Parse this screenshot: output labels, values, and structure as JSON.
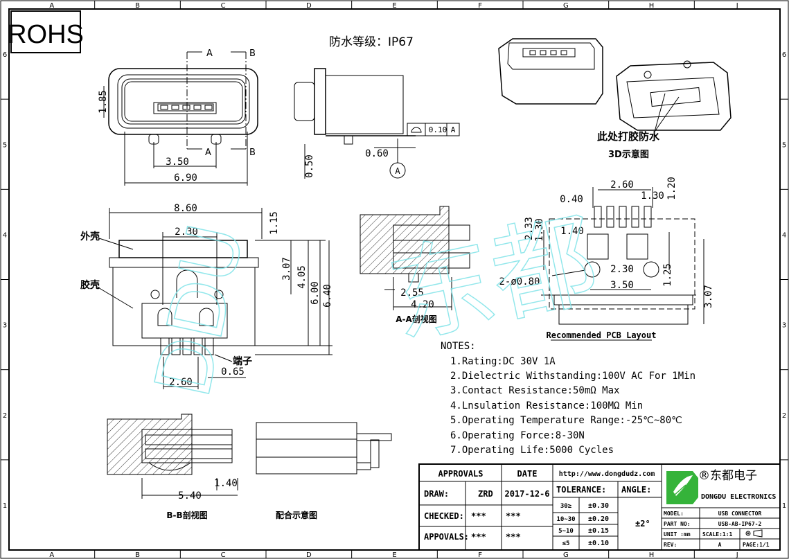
{
  "border": {
    "columns": [
      "A",
      "B",
      "C",
      "D",
      "E",
      "F",
      "G",
      "H",
      "J"
    ],
    "rows": [
      "6",
      "5",
      "4",
      "3",
      "2",
      "1"
    ]
  },
  "rohs_label": "ROHS",
  "protection_rating": "防水等级：IP67",
  "view_labels": {
    "section_a": "A",
    "section_b": "B",
    "datum": "A",
    "aa_section": "A-A剖视图",
    "bb_section": "B-B剖视图",
    "mating": "配合示意图",
    "shell": "外壳",
    "housing": "胶壳",
    "terminal": "端子",
    "glue_note": "此处打胶防水",
    "view_3d": "3D示意图",
    "pcb_layout": "Recommended PCB Layout"
  },
  "flatness": {
    "tolerance": "0.10",
    "datum": "A"
  },
  "dims": {
    "front": [
      "1.85",
      "3.50",
      "6.90",
      "0.50",
      "0.60"
    ],
    "side": [
      "8.60",
      "2.30",
      "1.15",
      "3.07",
      "4.05",
      "6.00",
      "6.40",
      "2.60",
      "0.65"
    ],
    "aa": [
      "2.55",
      "4.20"
    ],
    "pcb": [
      "2.60",
      "0.40",
      "1.30",
      "1.20",
      "2.33",
      "1.30",
      "1.40",
      "2-ø0.80",
      "2.30",
      "3.50",
      "1.25",
      "3.07"
    ],
    "bb": [
      "1.40",
      "5.40"
    ]
  },
  "notes": {
    "title": "NOTES:",
    "items": [
      "1.Rating:DC 30V 1A",
      "2.Dielectric Withstanding:100V AC For 1Min",
      "3.Contact Resistance:50mΩ Max",
      "4.Lnsulation Resistance:100MΩ Min",
      "5.Operating Temperature Range:-25℃~80℃",
      "6.Operating Force:8-30N",
      "7.Operating Life:5000 Cycles"
    ]
  },
  "watermark": "DDU 东都",
  "title_block": {
    "approvals": "APPROVALS",
    "date": "DATE",
    "url": "http://www.dongdudz.com",
    "draw_label": "DRAW:",
    "draw_name": "ZRD",
    "draw_date": "2017-12-6",
    "checked_label": "CHECKED:",
    "checked_name": "***",
    "checked_date": "***",
    "appvals_label": "APPOVALS:",
    "appvals_name": "***",
    "appvals_date": "***",
    "tolerance_label": "TOLERANCE:",
    "angle_label": "ANGLE:",
    "angle_value": "±2°",
    "tol_rows": [
      [
        "30≥",
        "±0.30"
      ],
      [
        "10~30",
        "±0.20"
      ],
      [
        "5~10",
        "±0.15"
      ],
      [
        "≤5",
        "±0.10"
      ]
    ],
    "company_cn": "®东都电子",
    "company_en": "DONGDU ELECTRONICS",
    "model_label": "MODEL:",
    "model_value": "USB CONNECTOR",
    "part_label": "PART NO:",
    "part_value": "USB-AB-IP67-2",
    "unit_label": "UNIT :mm",
    "scale_label": "SCALE:1:1",
    "rev_label": "REV:",
    "rev_value": "A",
    "page_label": "PAGE:1/1"
  },
  "colors": {
    "watermark": "#7fe3e8",
    "logo_green": "#35b33a"
  }
}
